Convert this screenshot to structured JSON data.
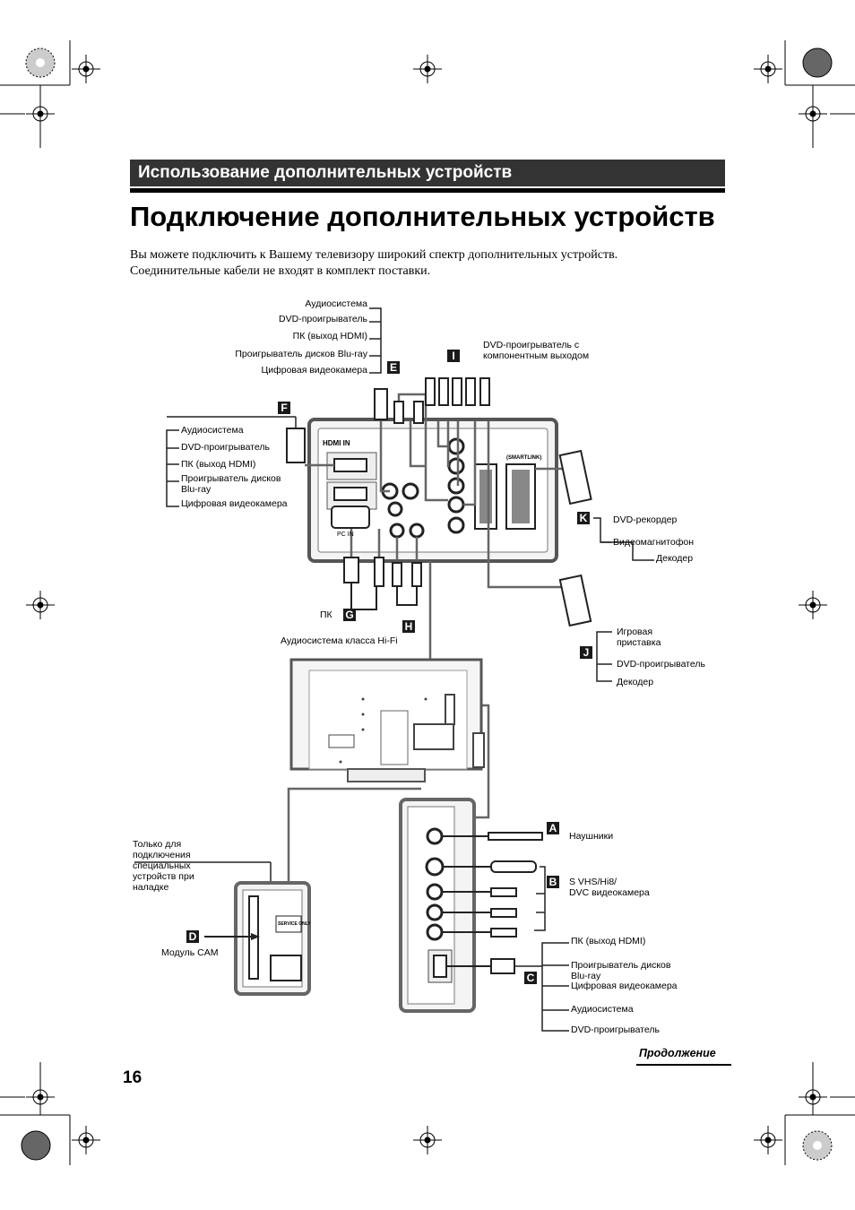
{
  "section": {
    "title": "Использование дополнительных устройств"
  },
  "page": {
    "title": "Подключение дополнительных устройств",
    "intro_line1": "Вы можете подключить к Вашему телевизору широкий спектр дополнительных устройств.",
    "intro_line2": "Соединительные кабели не входят в комплект поставки.",
    "number": "16",
    "continued": "Продолжение"
  },
  "diagram": {
    "E": {
      "badge": "E",
      "items": [
        "Аудиосистема",
        "DVD-проигрыватель",
        "ПК (выход HDMI)",
        "Проигрыватель дисков Blu-ray",
        "Цифровая видеокамера"
      ]
    },
    "I": {
      "badge": "I",
      "line1": "DVD-проигрыватель с",
      "line2": "компонентным выходом"
    },
    "F": {
      "badge": "F",
      "items": [
        "Аудиосистема",
        "DVD-проигрыватель",
        "ПК (выход HDMI)",
        "Проигрыватель дисков",
        "Blu-ray",
        "Цифровая видеокамера"
      ]
    },
    "K": {
      "badge": "K",
      "items": [
        "DVD-рекордер",
        "Видеомагнитофон",
        "Декодер"
      ]
    },
    "G": {
      "badge": "G",
      "label": "ПК"
    },
    "H": {
      "badge": "H",
      "label": "Аудиосистема класса Hi-Fi"
    },
    "J": {
      "badge": "J",
      "items": [
        "Игровая",
        "приставка",
        "DVD-проигрыватель",
        "Декодер"
      ]
    },
    "A": {
      "badge": "A",
      "label": "Наушники"
    },
    "B": {
      "badge": "B",
      "line1": "S VHS/Hi8/",
      "line2": "DVC видеокамера"
    },
    "C": {
      "badge": "C",
      "items": [
        "ПК (выход HDMI)",
        "Проигрыватель дисков",
        "Blu-ray",
        "Цифровая видеокамера",
        "Аудиосистема",
        "DVD-проигрыватель"
      ]
    },
    "D": {
      "badge": "D",
      "label": "Модуль CAM",
      "note": [
        "Только для",
        "подключения",
        "специальных",
        "устройств при",
        "наладке"
      ]
    },
    "panel": {
      "hdmi": "HDMI IN",
      "pc": "PC IN",
      "smartlink": "(SMARTLINK)",
      "service": "SERVICE ONLY"
    }
  }
}
